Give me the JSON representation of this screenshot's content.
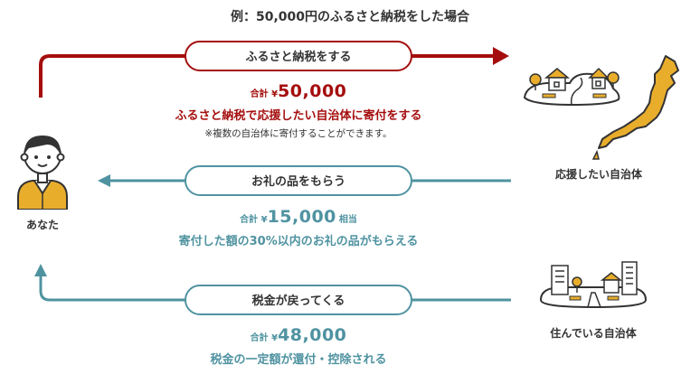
{
  "title": "例：50,000円のふるさと納税をした場合",
  "you": {
    "label": "あなた"
  },
  "donation": {
    "pill": "ふるさと納税をする",
    "total_label": "合計 ¥",
    "amount": "50,000",
    "description": "ふるさと納税で応援したい自治体に寄付をする",
    "note": "※複数の自治体に寄付することができます。"
  },
  "gift": {
    "pill": "お礼の品をもらう",
    "total_label": "合計 ¥",
    "amount": "15,000",
    "suffix": "相当",
    "description": "寄付した額の30%以内のお礼の品がもらえる"
  },
  "tax": {
    "pill": "税金が戻ってくる",
    "total_label": "合計 ¥",
    "amount": "48,000",
    "description": "税金の一定額が還付・控除される"
  },
  "supported_city": {
    "label": "応援したい自治体"
  },
  "home_city": {
    "label": "住んでいる自治体"
  },
  "colors": {
    "red": "#a50e0e",
    "teal": "#4f93a1",
    "yellow": "#e9ad2c",
    "dark": "#333333"
  }
}
